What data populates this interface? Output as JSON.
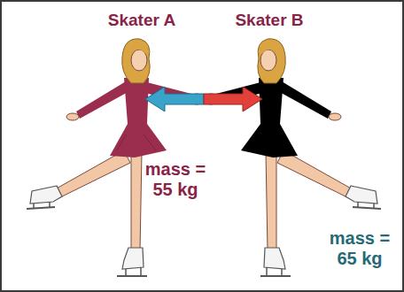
{
  "diagram": {
    "labels": [
      "Skater A",
      "Skater B",
      "mass = 55 kg",
      "mass = 65 kg"
    ]
  }
}
